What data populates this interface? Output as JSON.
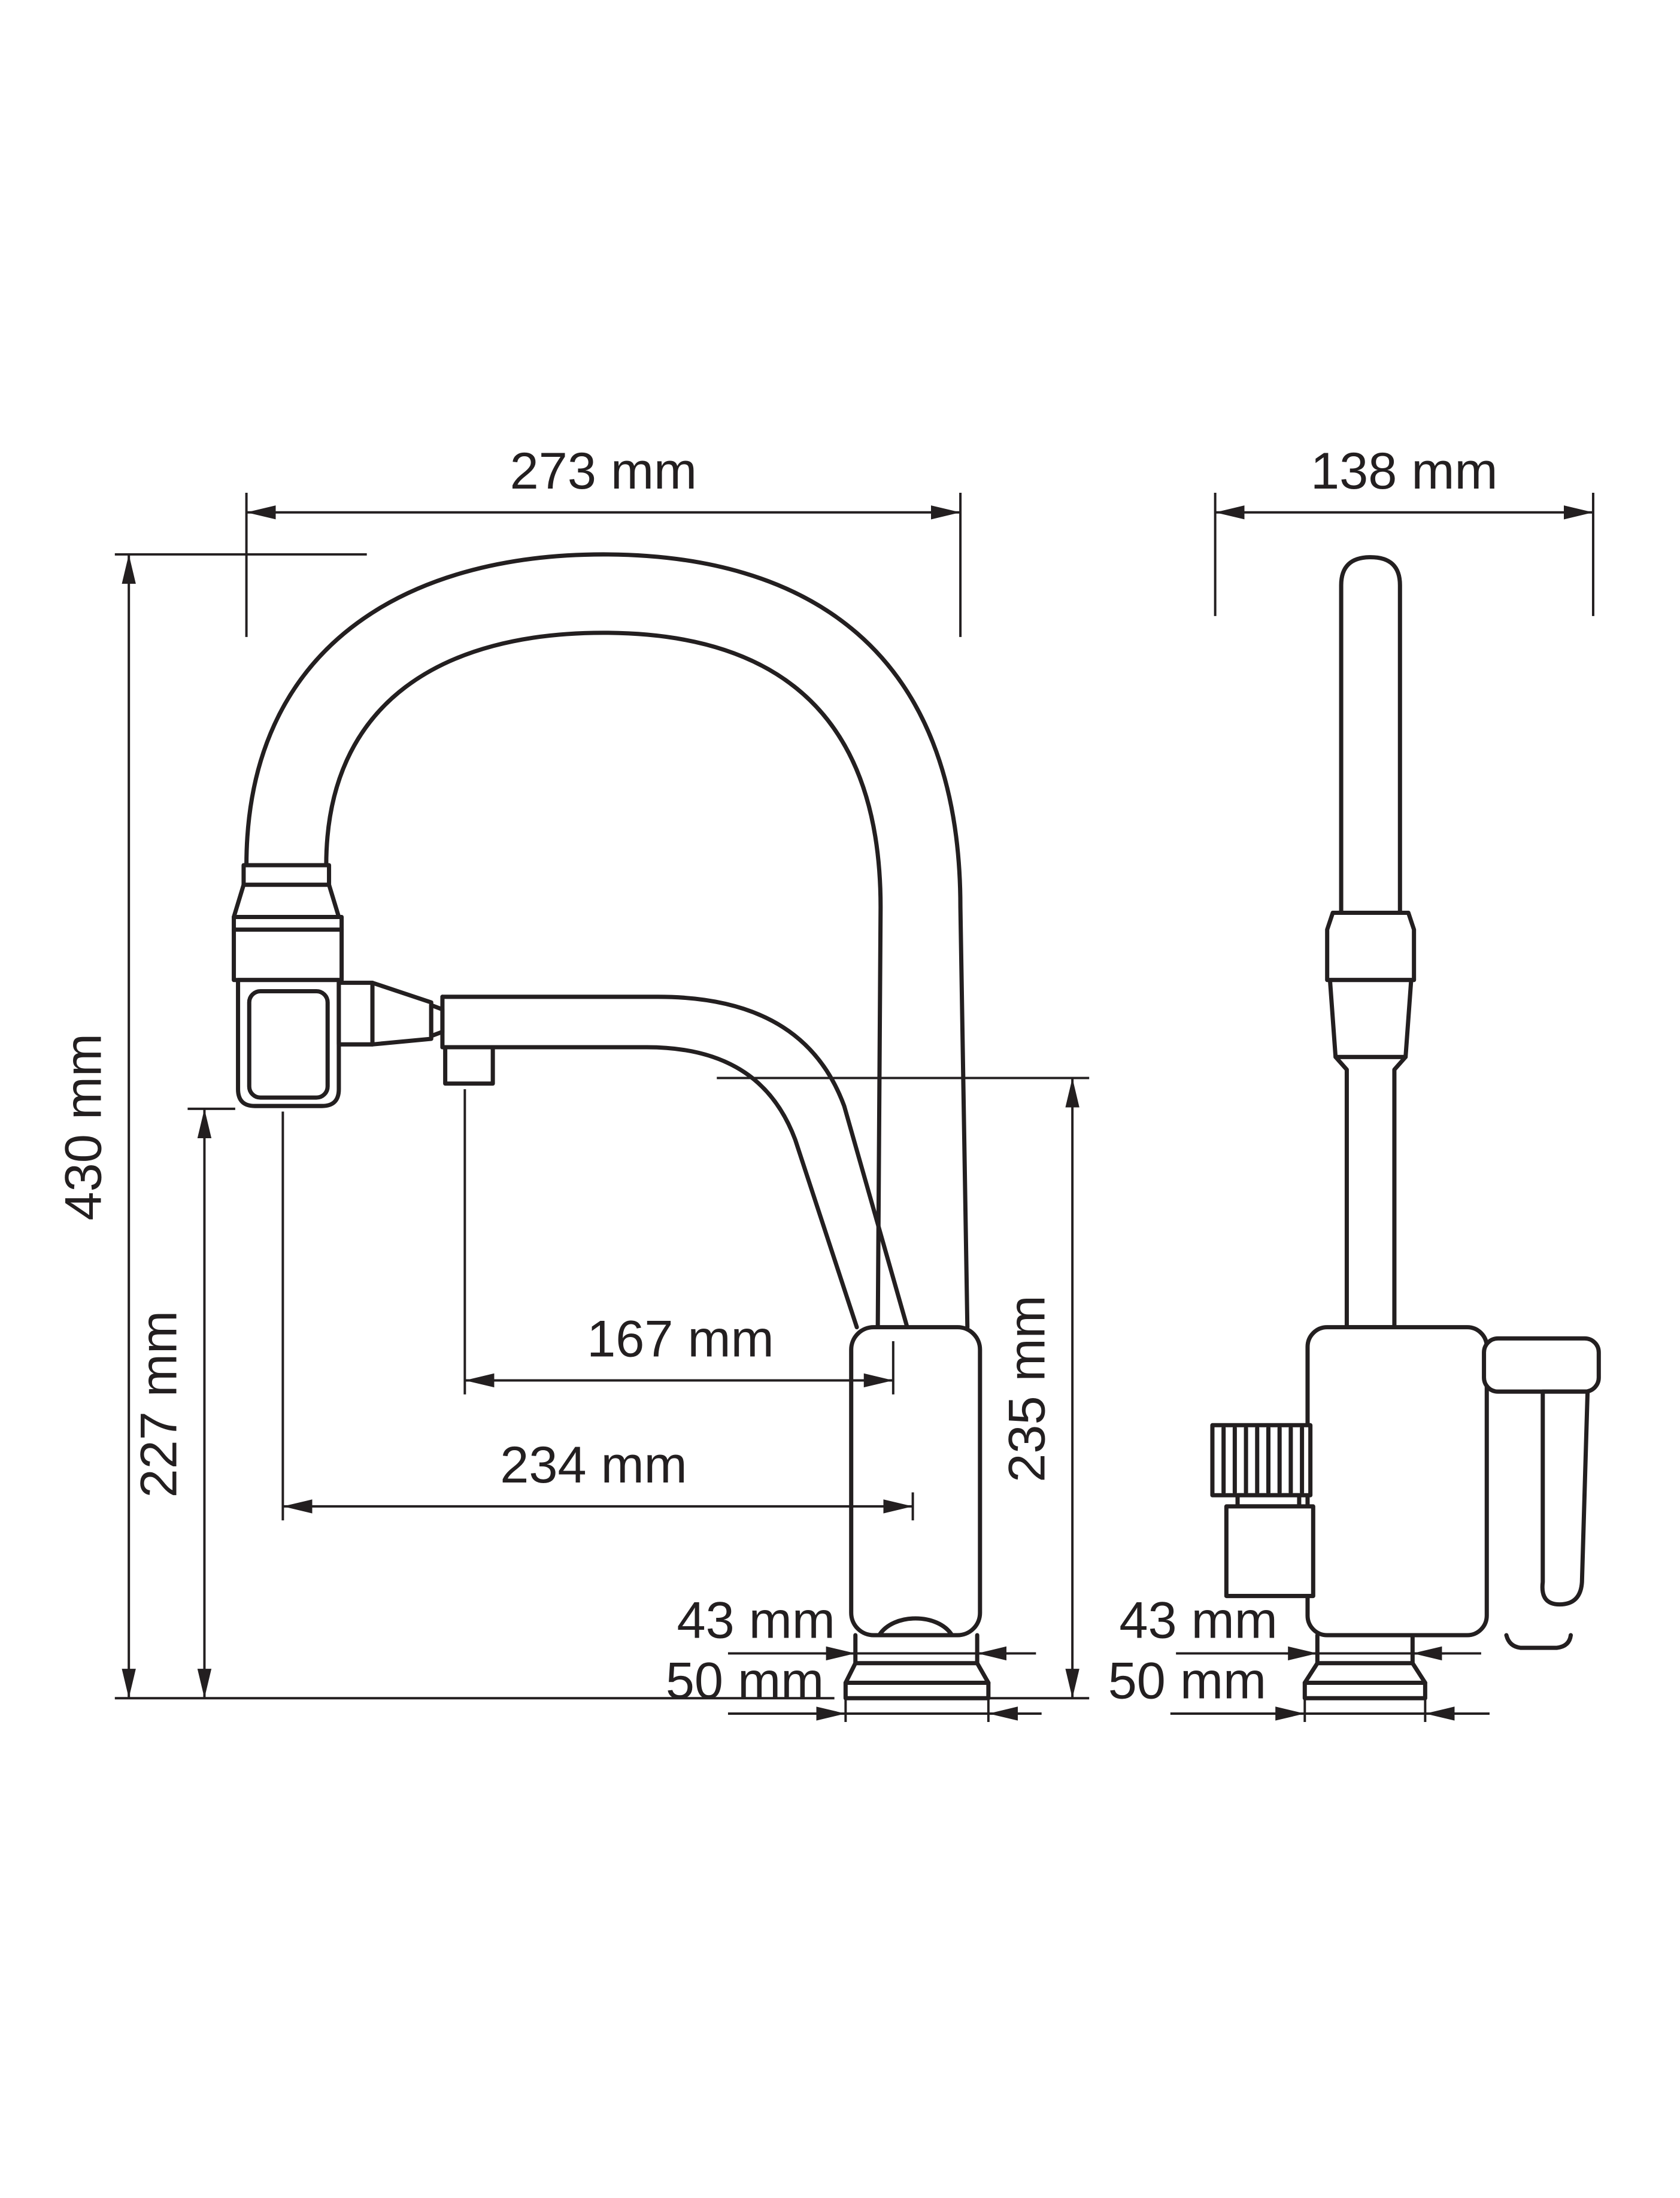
{
  "meta": {
    "background": "#ffffff",
    "ink": "#231f20",
    "drawing_type": "kitchen faucet dimensional drawing, front and side views"
  },
  "views": {
    "front": {
      "label": "front-view",
      "dims": {
        "overall_width": "273 mm",
        "overall_height": "430 mm",
        "spray_outlet_height": "227 mm",
        "spout_reach": "167 mm",
        "spray_reach": "234 mm",
        "spout_outlet_height": "235 mm",
        "base_neck_width": "43 mm",
        "base_flange_width": "50 mm"
      }
    },
    "side": {
      "label": "side-view",
      "dims": {
        "overall_depth": "138 mm",
        "base_neck_width": "43 mm",
        "base_flange_width": "50 mm"
      }
    }
  }
}
